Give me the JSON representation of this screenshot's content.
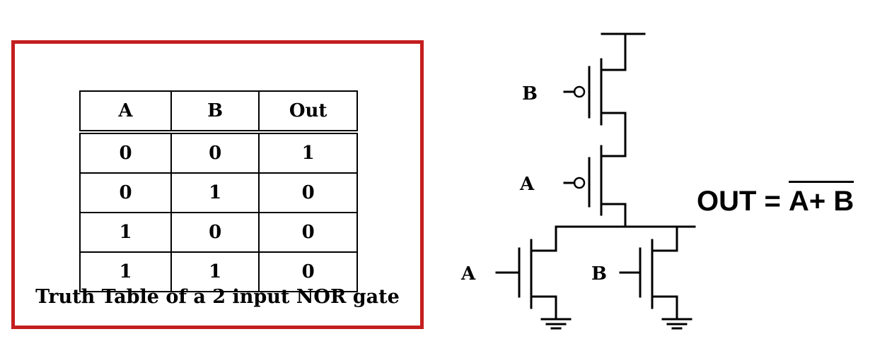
{
  "truth_table": {
    "headers": [
      "A",
      "B",
      "Out"
    ],
    "rows": [
      [
        "0",
        "0",
        "1"
      ],
      [
        "0",
        "1",
        "0"
      ],
      [
        "1",
        "0",
        "0"
      ],
      [
        "1",
        "1",
        "0"
      ]
    ],
    "caption": "Truth Table of a 2 input NOR gate"
  },
  "circuit": {
    "pmos_top_label": "B",
    "pmos_bottom_label": "A",
    "nmos_left_label": "A",
    "nmos_right_label": "B"
  },
  "formula": {
    "lhs": "OUT = ",
    "rhs": "A+ B"
  },
  "colors": {
    "frame_border": "#c41e1e",
    "ink": "#000000",
    "background": "#ffffff"
  }
}
